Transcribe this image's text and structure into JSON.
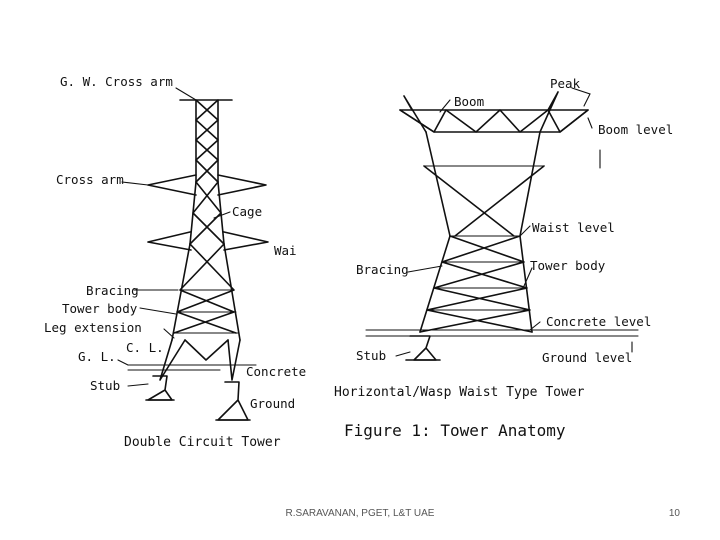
{
  "left_tower": {
    "labels": {
      "gw_cross_arm": "G. W. Cross arm",
      "cross_arm": "Cross arm",
      "cage": "Cage",
      "waist": "Wai",
      "bracing": "Bracing",
      "tower_body": "Tower body",
      "leg_extension": "Leg extension",
      "gl": "G. L.",
      "cl": "C. L.",
      "stub": "Stub",
      "concrete": "Concrete",
      "ground": "Ground"
    },
    "caption": "Double Circuit Tower"
  },
  "right_tower": {
    "labels": {
      "peak": "Peak",
      "boom": "Boom",
      "boom_level": "Boom level",
      "waist_level": "Waist level",
      "bracing": "Bracing",
      "tower_body": "Tower body",
      "concrete_level": "Concrete level",
      "stub": "Stub",
      "ground_level": "Ground level"
    },
    "caption": "Horizontal/Wasp Waist Type Tower"
  },
  "figure_caption": "Figure 1: Tower Anatomy",
  "footer": {
    "credit": "R.SARAVANAN, PGET, L&T UAE",
    "page": "10"
  }
}
